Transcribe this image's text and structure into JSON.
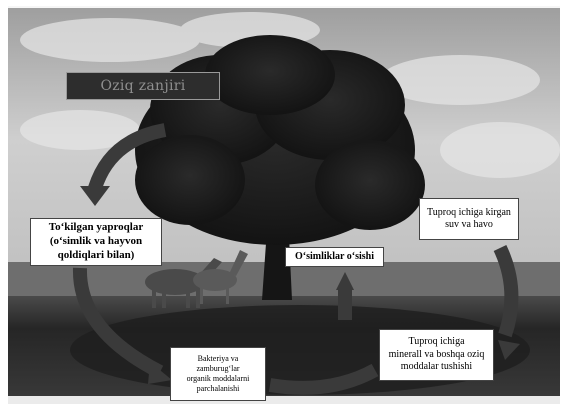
{
  "diagram": {
    "title": "Oziq zanjiri",
    "labels": {
      "fallen_leaves": [
        "To‘kilgan yaproqlar",
        "(o‘simlik va hayvon",
        "qoldiqlari bilan)"
      ],
      "plant_growth": [
        "O‘simliklar o‘sishi"
      ],
      "water_air": [
        "Tuproq ichiga kirgan",
        "suv va havo"
      ],
      "bacteria": [
        "Bakteriya va",
        "zamburug‘lar",
        "organik moddalarni",
        "parchalanishi"
      ],
      "minerals": [
        "Tuproq ichiga",
        "minerall va boshqa oziq",
        "moddalar tushishi"
      ]
    }
  },
  "colors": {
    "sky": "#c9c9c9",
    "tree": "#1a1a1a",
    "ground": "#2b2b2b",
    "arrow": "#3a3a3a",
    "label_bg": "#ffffff"
  }
}
